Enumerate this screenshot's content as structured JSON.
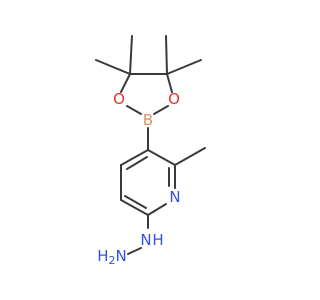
{
  "molecule": {
    "colors": {
      "bond": "#3a3a3a",
      "oxygen": "#e8332e",
      "nitrogen": "#3451e0",
      "boron": "#e0905f"
    },
    "atoms": {
      "o_left": "O",
      "o_right": "O",
      "boron": "B",
      "n_ring": "N",
      "n_hydrazine": "N",
      "h_nh": "H",
      "nh2": "H2N"
    }
  }
}
